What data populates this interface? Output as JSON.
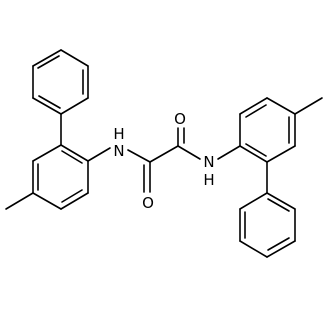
{
  "atom_labels": {
    "nh_left": "N",
    "nh_left_h": "H",
    "nh_right": "N",
    "nh_right_h": "H",
    "o_top": "O",
    "o_bottom": "O"
  },
  "colors": {
    "bond": "#000000",
    "background": "#ffffff"
  }
}
